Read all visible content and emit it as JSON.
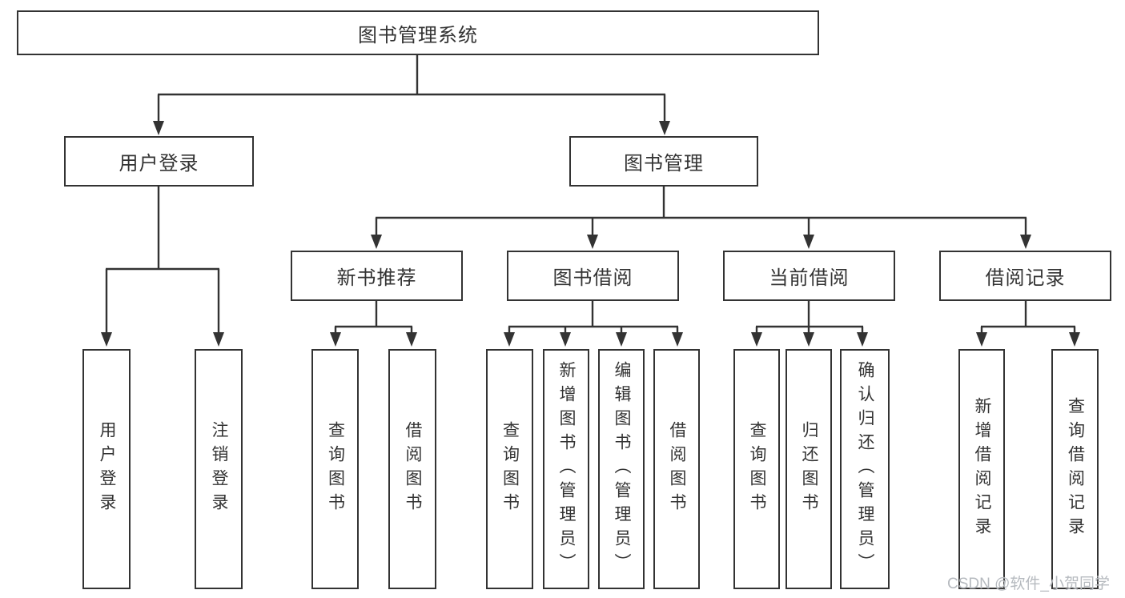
{
  "watermark": "CSDN @软件_小贺同学",
  "colors": {
    "line": "#333333",
    "box_border": "#333333",
    "text": "#333333",
    "watermark": "#b2b6bc",
    "background": "#ffffff"
  },
  "tree": {
    "root": {
      "label": "图书管理系统",
      "children": [
        {
          "label": "用户登录",
          "children": [
            {
              "label": "用户登录"
            },
            {
              "label": "注销登录"
            }
          ]
        },
        {
          "label": "图书管理",
          "children": [
            {
              "label": "新书推荐",
              "children": [
                {
                  "label": "查询图书"
                },
                {
                  "label": "借阅图书"
                }
              ]
            },
            {
              "label": "图书借阅",
              "children": [
                {
                  "label": "查询图书"
                },
                {
                  "label": "新增图书（管理员）"
                },
                {
                  "label": "编辑图书（管理员）"
                },
                {
                  "label": "借阅图书"
                }
              ]
            },
            {
              "label": "当前借阅",
              "children": [
                {
                  "label": "查询图书"
                },
                {
                  "label": "归还图书"
                },
                {
                  "label": "确认归还（管理员）"
                }
              ]
            },
            {
              "label": "借阅记录",
              "children": [
                {
                  "label": "新增借阅记录"
                },
                {
                  "label": "查询借阅记录"
                }
              ]
            }
          ]
        }
      ]
    }
  }
}
